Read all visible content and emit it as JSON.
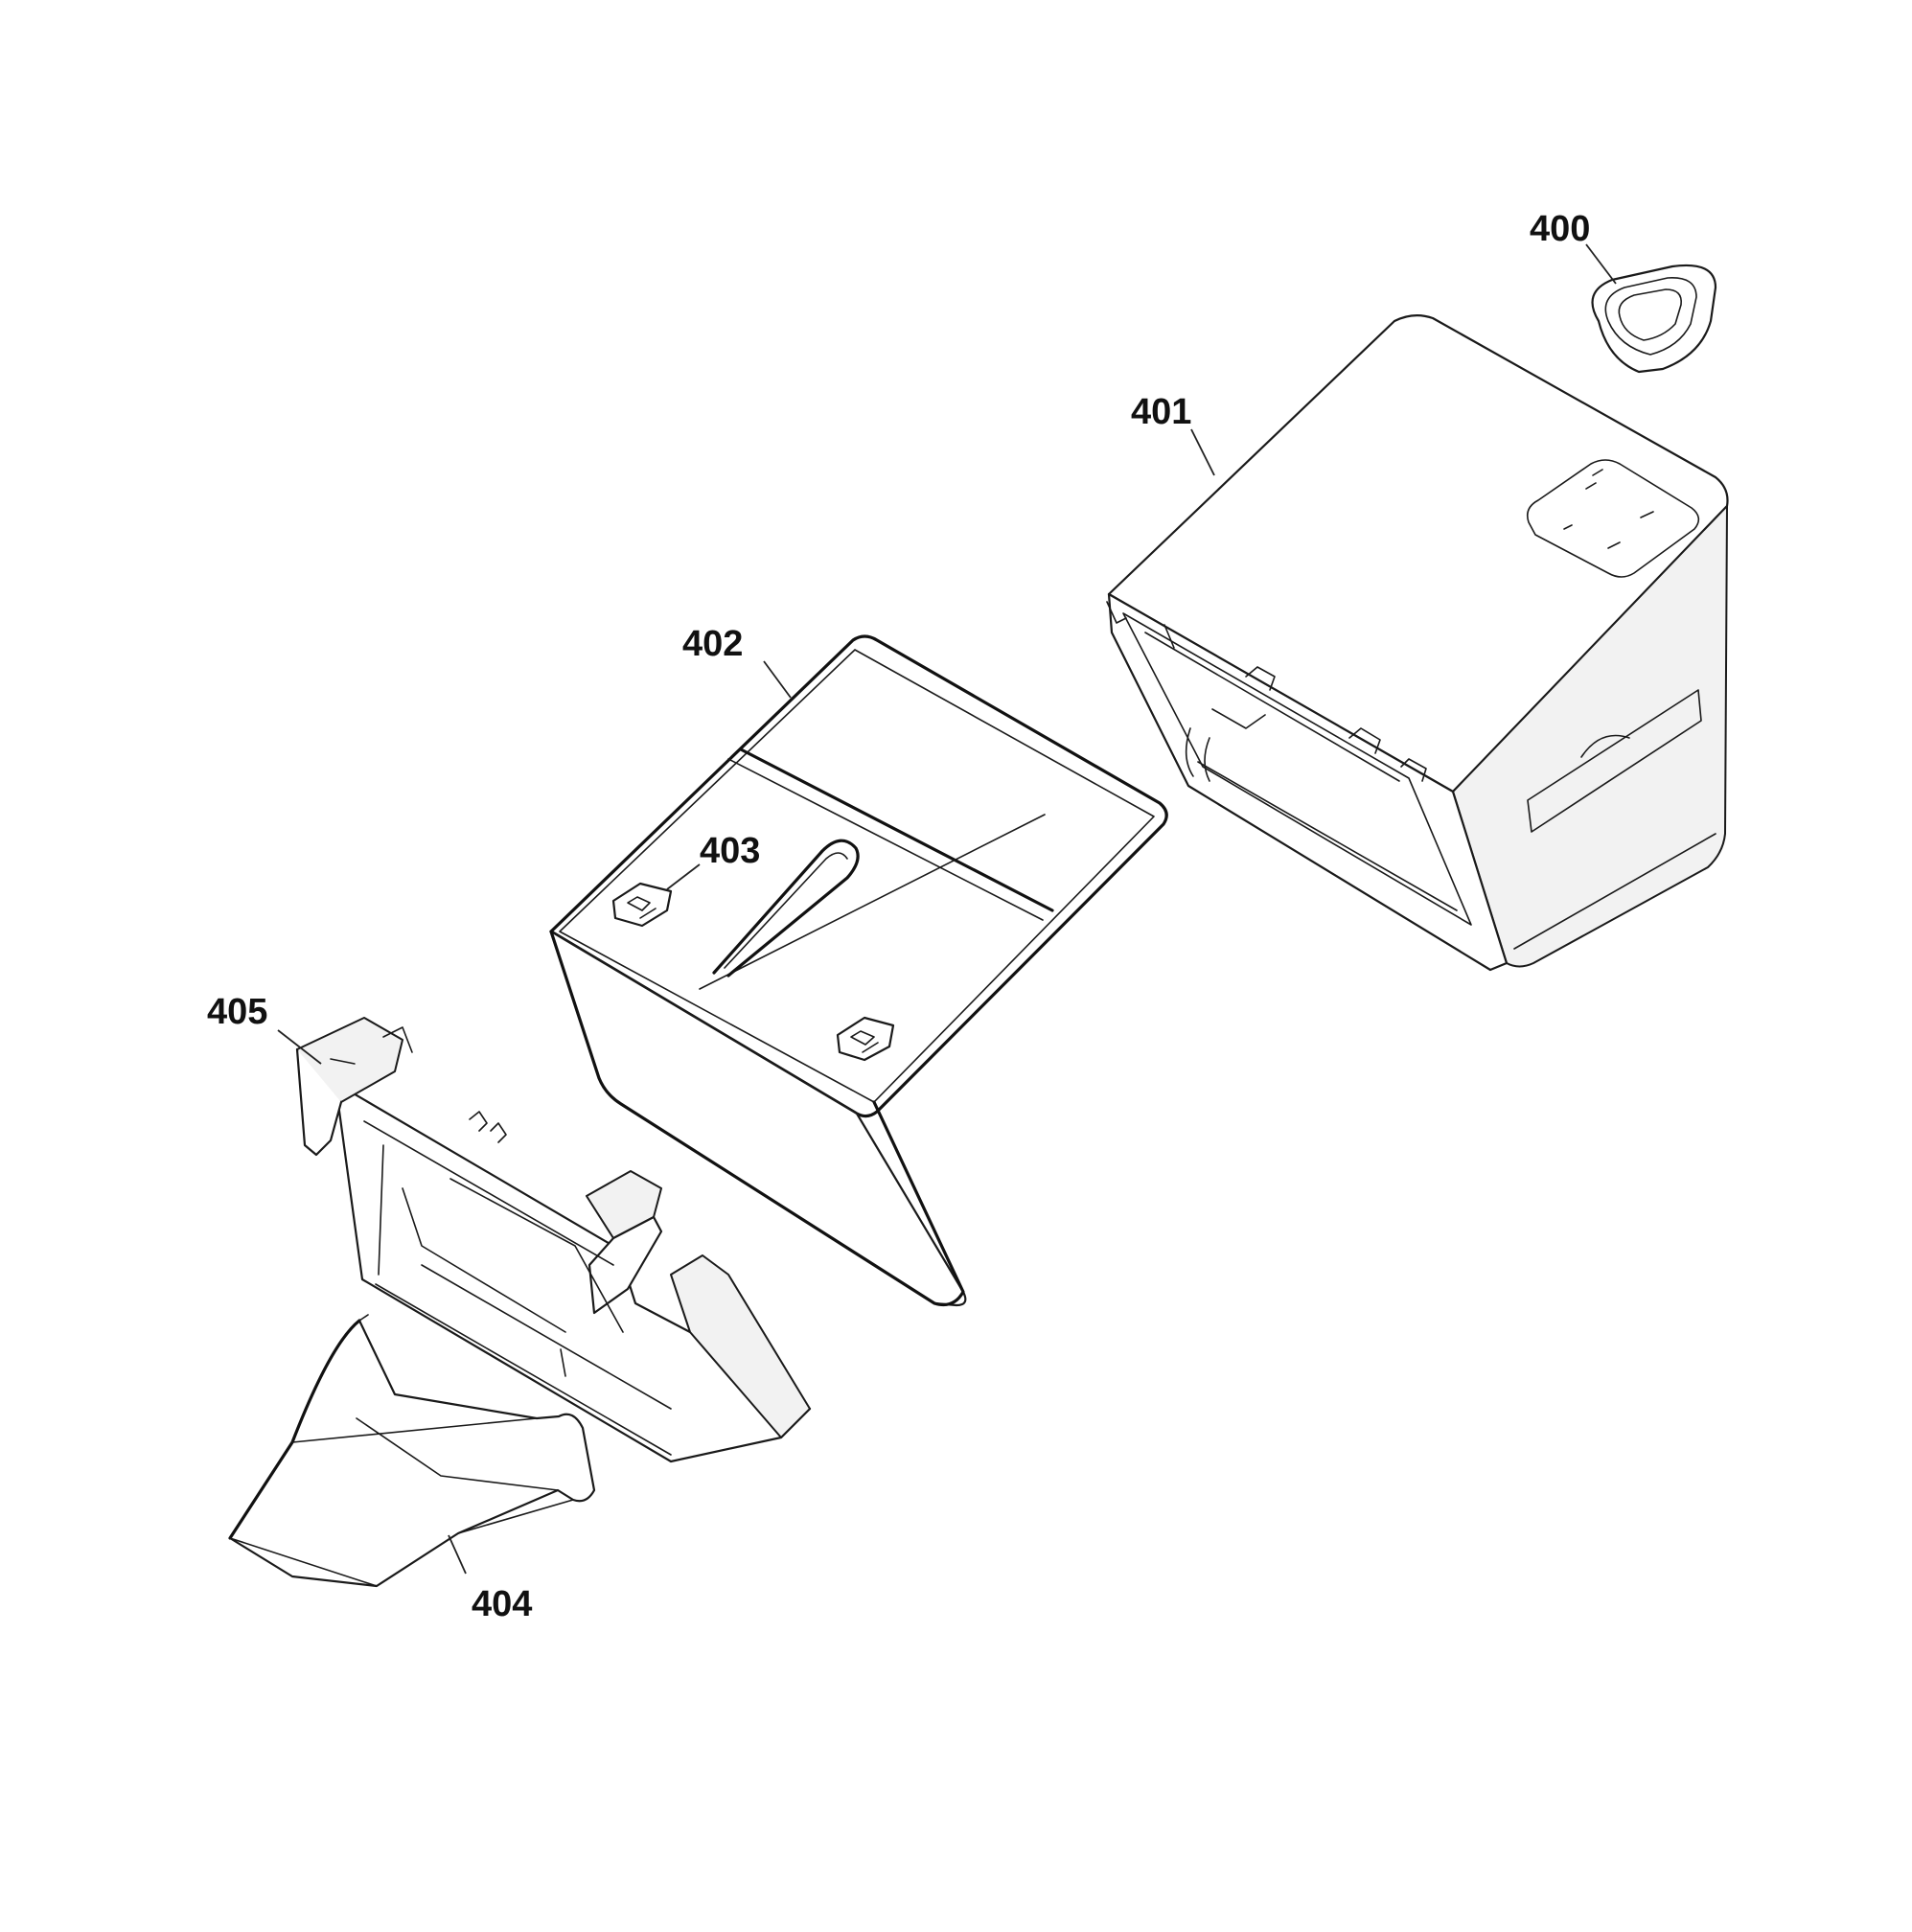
{
  "callouts": {
    "p400": "400",
    "p401": "401",
    "p402": "402",
    "p403": "403",
    "p404": "404",
    "p405": "405"
  },
  "colors": {
    "line": "#1a1a1a",
    "background": "#ffffff"
  }
}
